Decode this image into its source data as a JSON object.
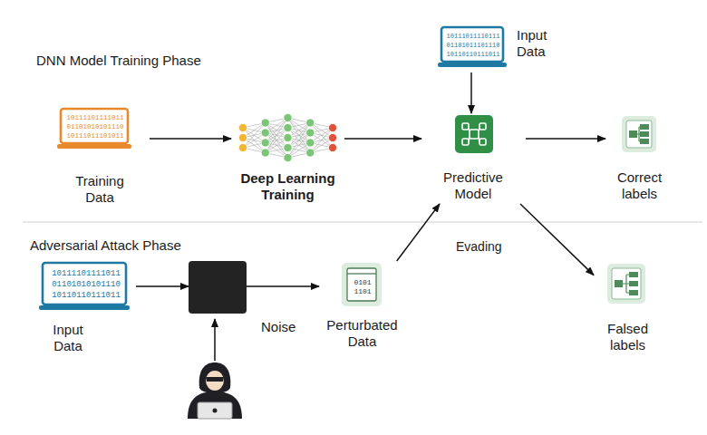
{
  "diagram": {
    "nodes": [
      {
        "text": [
          "Training Data"
        ]
      },
      {
        "text": [
          "Deep Learning Training"
        ]
      },
      {
        "text": [
          "Input Data"
        ]
      },
      {
        "text": [
          "Predictive Model"
        ]
      },
      {
        "text": [
          "Correct labels"
        ]
      },
      {
        "text": [
          "Input Data"
        ]
      },
      {
        "text": [
          "Noise"
        ]
      },
      {
        "text": [
          "Perturbated Data"
        ]
      },
      {
        "text": [
          "Falsed labels"
        ]
      }
    ],
    "edges": [
      {
        "from": 0,
        "to": 1,
        "arrow": "to"
      },
      {
        "from": 1,
        "to": 3,
        "arrow": "to"
      },
      {
        "from": 2,
        "to": 3,
        "arrow": "to"
      },
      {
        "from": 3,
        "to": 4,
        "arrow": "to"
      },
      {
        "from": 5,
        "to": 6,
        "arrow": "to"
      },
      {
        "from": 6,
        "to": 7,
        "arrow": "to"
      },
      {
        "from": 7,
        "to": 3,
        "arrow": "to"
      },
      {
        "from": 3,
        "to": 8,
        "arrow": "to"
      }
    ],
    "labels": [
      "DNN Model Training Phase",
      "Adversarial Attack Phase",
      "Evading",
      "10111101111011 01101010101110 10111011101011",
      "10111011110111 01101011101110 10110110111011",
      "10111101111011 01101010101110 10110110111011",
      "0101 1101"
    ]
  }
}
